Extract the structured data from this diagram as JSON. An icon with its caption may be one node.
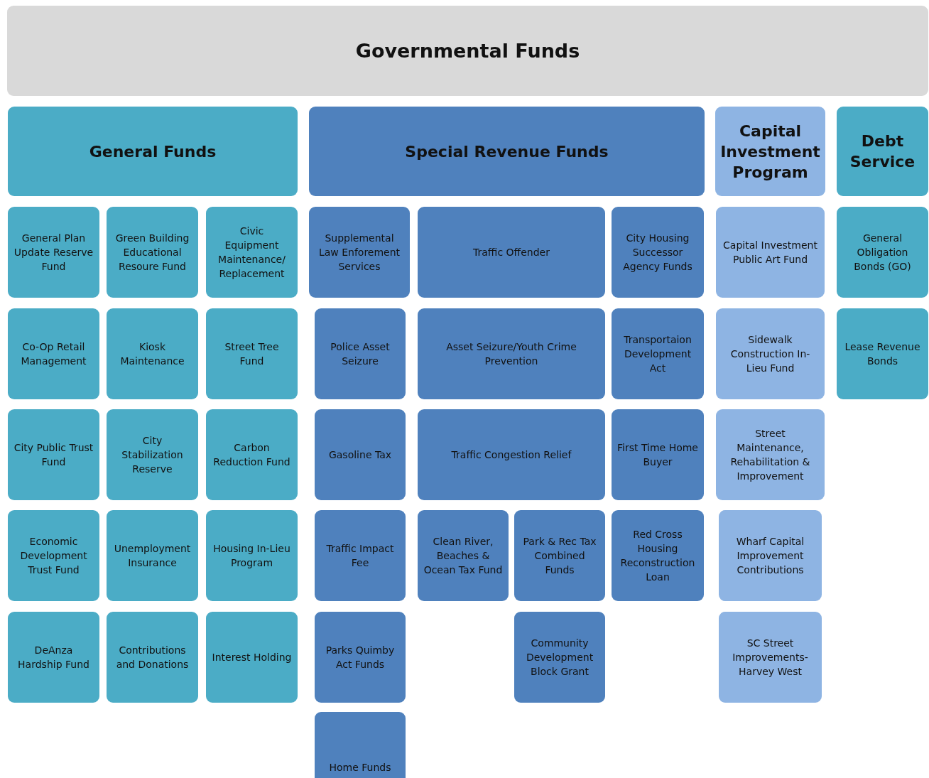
{
  "diagram": {
    "nodes": [
      {
        "text": [
          "Governmental Funds"
        ]
      },
      {
        "text": [
          "General Funds"
        ]
      },
      {
        "text": [
          "Special Revenue Funds"
        ]
      },
      {
        "text": [
          "Capital Investment Program"
        ]
      },
      {
        "text": [
          "Debt Service"
        ]
      },
      {
        "text": [
          "General Plan Update Reserve Fund"
        ]
      },
      {
        "text": [
          "Green Building Educational Resoure Fund"
        ]
      },
      {
        "text": [
          "Civic Equipment Maintenance/ Replacement"
        ]
      },
      {
        "text": [
          "Supplemental Law Enforement Services"
        ]
      },
      {
        "text": [
          "Traffic Offender"
        ]
      },
      {
        "text": [
          "City Housing Successor Agency Funds"
        ]
      },
      {
        "text": [
          "Capital Investment Public Art Fund"
        ]
      },
      {
        "text": [
          "General Obligation Bonds (GO)"
        ]
      },
      {
        "text": [
          "Co-Op Retail Management"
        ]
      },
      {
        "text": [
          "Kiosk Maintenance"
        ]
      },
      {
        "text": [
          "Street Tree Fund"
        ]
      },
      {
        "text": [
          "Police Asset Seizure"
        ]
      },
      {
        "text": [
          "Asset Seizure/Youth Crime Prevention"
        ]
      },
      {
        "text": [
          "Transportaion Development Act"
        ]
      },
      {
        "text": [
          "Sidewalk Construction In-Lieu Fund"
        ]
      },
      {
        "text": [
          "Lease Revenue Bonds"
        ]
      },
      {
        "text": [
          "City Public Trust Fund"
        ]
      },
      {
        "text": [
          "City Stabilization Reserve"
        ]
      },
      {
        "text": [
          "Carbon Reduction Fund"
        ]
      },
      {
        "text": [
          "Gasoline Tax"
        ]
      },
      {
        "text": [
          "Traffic Congestion Relief"
        ]
      },
      {
        "text": [
          "First Time Home Buyer"
        ]
      },
      {
        "text": [
          "Street Maintenance, Rehabilitation & Improvement"
        ]
      },
      {
        "text": [
          "Economic Development Trust Fund"
        ]
      },
      {
        "text": [
          "Unemployment Insurance"
        ]
      },
      {
        "text": [
          "Housing In-Lieu Program"
        ]
      },
      {
        "text": [
          "Traffic Impact Fee"
        ]
      },
      {
        "text": [
          "Clean River, Beaches & Ocean Tax Fund"
        ]
      },
      {
        "text": [
          "Park & Rec Tax Combined Funds"
        ]
      },
      {
        "text": [
          "Red Cross Housing Reconstruction Loan"
        ]
      },
      {
        "text": [
          "Wharf Capital Improvement Contributions"
        ]
      },
      {
        "text": [
          "DeAnza Hardship Fund"
        ]
      },
      {
        "text": [
          "Contributions and Donations"
        ]
      },
      {
        "text": [
          "Interest Holding"
        ]
      },
      {
        "text": [
          "Parks Quimby Act Funds"
        ]
      },
      {
        "text": [
          "Community Development Block Grant"
        ]
      },
      {
        "text": [
          "SC Street Improvements-Harvey West"
        ]
      },
      {
        "text": [
          "Home Funds"
        ]
      }
    ]
  }
}
